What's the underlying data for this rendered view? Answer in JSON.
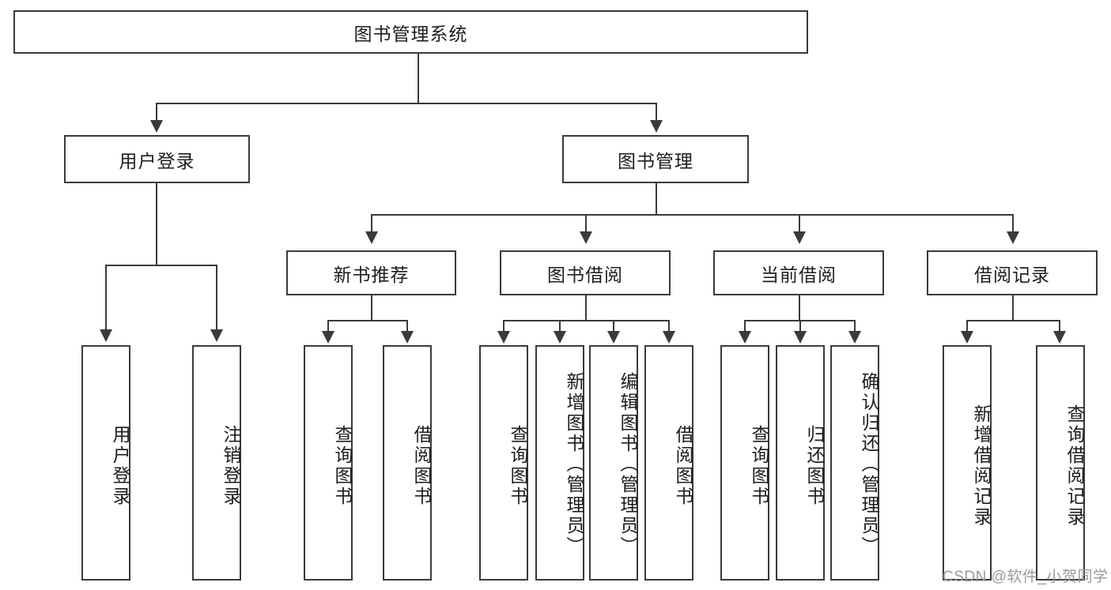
{
  "diagram": {
    "type": "tree-hierarchy",
    "title": "图书管理系统",
    "root": {
      "label": "图书管理系统"
    },
    "level2": [
      {
        "label": "用户登录"
      },
      {
        "label": "图书管理"
      }
    ],
    "level3": [
      {
        "label": "新书推荐"
      },
      {
        "label": "图书借阅"
      },
      {
        "label": "当前借阅"
      },
      {
        "label": "借阅记录"
      }
    ],
    "leaves": {
      "user_login": [
        {
          "label": "用户登录"
        },
        {
          "label": "注销登录"
        }
      ],
      "new_book_recommend": [
        {
          "label": "查询图书"
        },
        {
          "label": "借阅图书"
        }
      ],
      "book_borrow": [
        {
          "label": "查询图书"
        },
        {
          "label": "新增图书（管理员）"
        },
        {
          "label": "编辑图书（管理员）"
        },
        {
          "label": "借阅图书"
        }
      ],
      "current_borrow": [
        {
          "label": "查询图书"
        },
        {
          "label": "归还图书"
        },
        {
          "label": "确认归还（管理员）"
        }
      ],
      "borrow_record": [
        {
          "label": "新增借阅记录"
        },
        {
          "label": "查询借阅记录"
        }
      ]
    }
  },
  "watermark": {
    "text": "CSDN @软件_小贺同学"
  },
  "colors": {
    "stroke": "#3a3a3a",
    "text": "#1d1d1d",
    "background": "#ffffff",
    "watermark": "#9a9a9a"
  }
}
